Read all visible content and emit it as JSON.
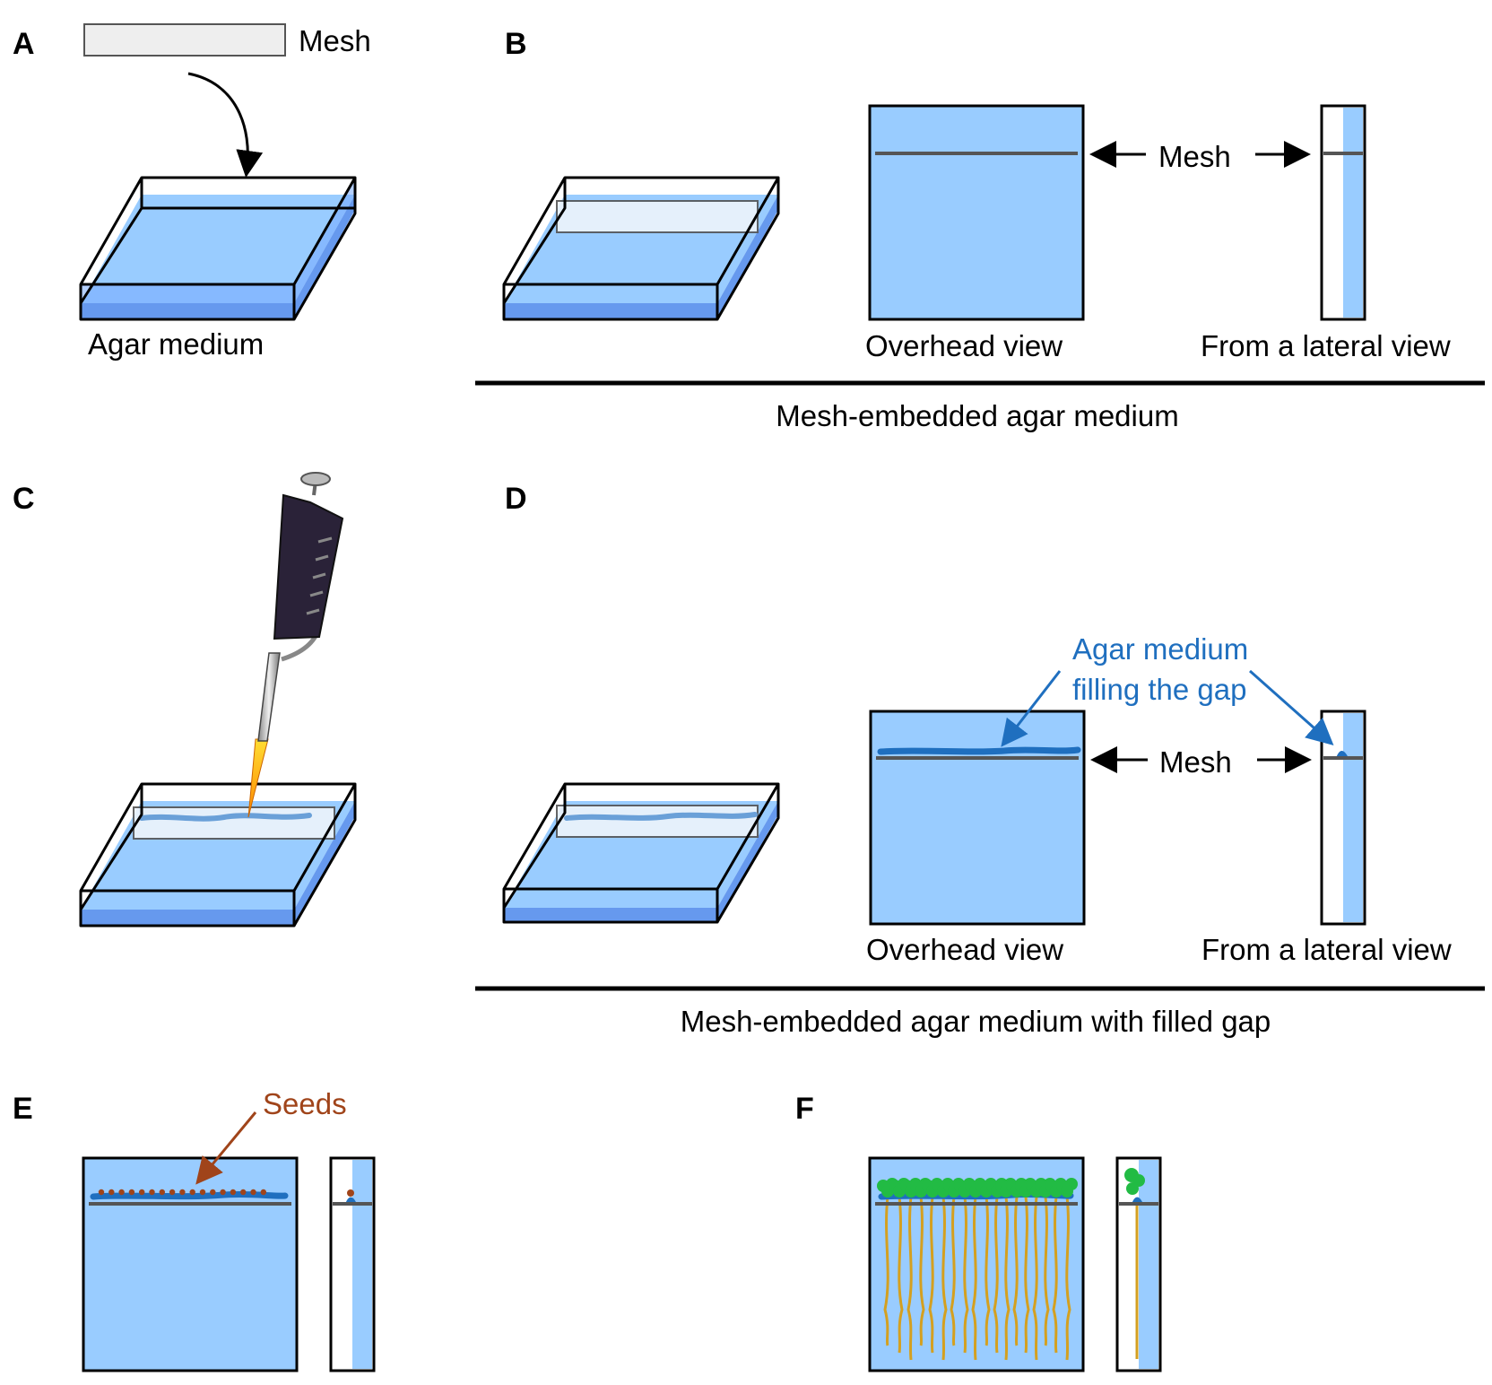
{
  "panels": {
    "a": {
      "letter": "A",
      "mesh_label": "Mesh",
      "dish_label": "Agar medium"
    },
    "b": {
      "letter": "B",
      "overhead_label": "Overhead view",
      "lateral_label": "From a lateral view",
      "mesh_label": "Mesh",
      "caption": "Mesh-embedded agar medium"
    },
    "c": {
      "letter": "C"
    },
    "d": {
      "letter": "D",
      "gap_label_line1": "Agar medium",
      "gap_label_line2": "filling the gap",
      "overhead_label": "Overhead view",
      "lateral_label": "From a lateral view",
      "mesh_label": "Mesh",
      "caption": "Mesh-embedded agar medium with filled gap"
    },
    "e": {
      "letter": "E",
      "seeds_label": "Seeds"
    },
    "f": {
      "letter": "F"
    }
  },
  "colors": {
    "agar": "#99ccff",
    "agar_dark": "#6699ee",
    "mesh_line": "#555555",
    "gap_fill": "#1f6fbf",
    "seed": "#a0441a",
    "leaf": "#22bb44",
    "root": "#d4a020",
    "pipette": "#2a2238",
    "tip": "#ffaa00",
    "annotation_blue": "#1f6fbf",
    "annotation_brown": "#a0441a"
  }
}
